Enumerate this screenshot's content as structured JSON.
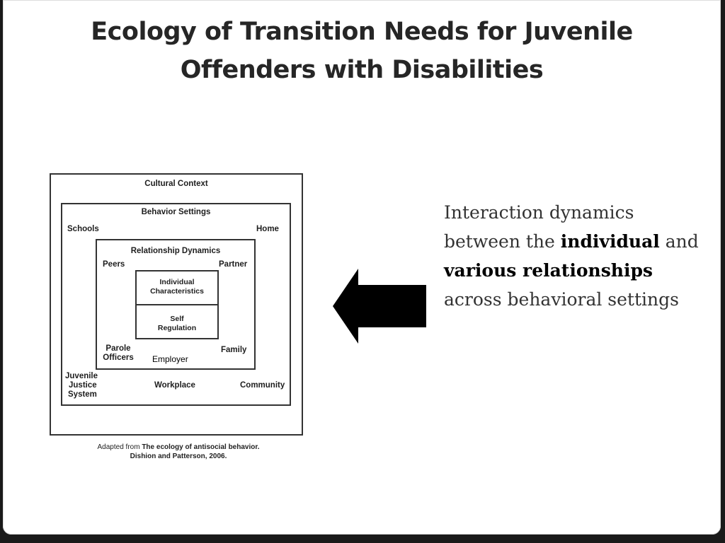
{
  "slide": {
    "title_line1": "Ecology of Transition Needs for Juvenile",
    "title_line2": "Offenders with Disabilities"
  },
  "diagram": {
    "cultural_context": "Cultural Context",
    "behavior_settings": "Behavior Settings",
    "schools": "Schools",
    "home": "Home",
    "relationship_dynamics": "Relationship Dynamics",
    "peers": "Peers",
    "partner": "Partner",
    "individual_line1": "Individual",
    "individual_line2": "Characteristics",
    "self_line1": "Self",
    "self_line2": "Regulation",
    "parole_line1": "Parole",
    "parole_line2": "Officers",
    "employer": "Employer",
    "family": "Family",
    "juvenile_line1": "Juvenile",
    "juvenile_line2": "Justice",
    "juvenile_line3": "System",
    "workplace": "Workplace",
    "community": "Community"
  },
  "caption": {
    "prefix": "Adapted from ",
    "bold_line1": "The ecology of antisocial behavior.",
    "bold_line2": "Dishion and Patterson, 2006."
  },
  "description": {
    "t1": "Interaction dynamics between the ",
    "b1": "individual",
    "t2": " and ",
    "b2": "various relationships",
    "t3": " across behavioral settings"
  },
  "icons": {
    "arrow": "left-arrow-icon"
  }
}
